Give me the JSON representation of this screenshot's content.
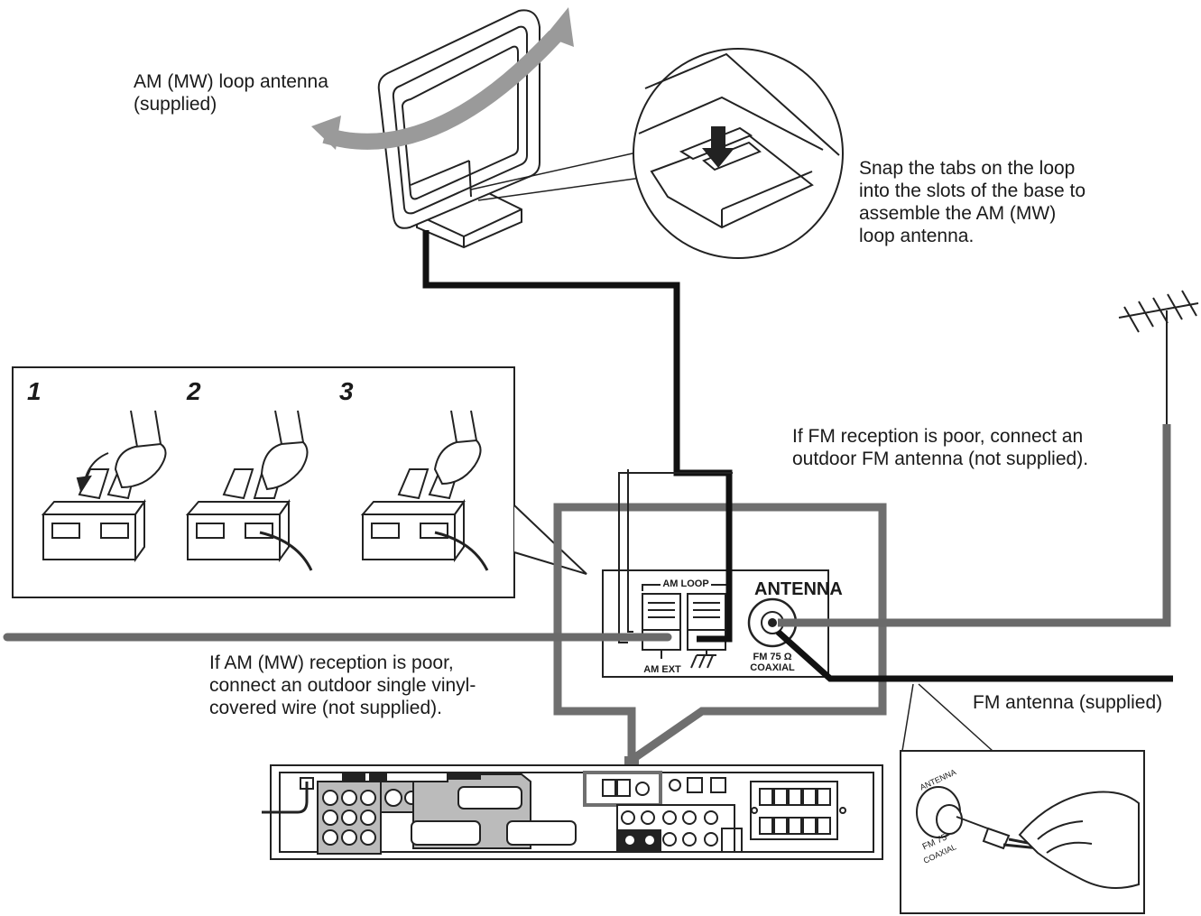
{
  "labels": {
    "am_loop_antenna": "AM (MW) loop antenna\n(supplied)",
    "snap_instructions": "Snap the tabs on the loop\ninto the slots of the base to\nassemble the AM (MW)\nloop antenna.",
    "fm_outdoor": "If FM reception is poor, connect an\noutdoor FM antenna (not supplied).",
    "am_outdoor": "If AM (MW) reception is poor,\nconnect an outdoor single vinyl-\ncovered wire (not supplied).",
    "fm_supplied": "FM antenna (supplied)"
  },
  "steps": [
    "1",
    "2",
    "3"
  ],
  "panel": {
    "title": "ANTENNA",
    "am_loop": "AM LOOP",
    "am_ext": "AM EXT",
    "fm_label": "FM 75 Ω\nCOAXIAL"
  },
  "callout": {
    "antenna": "ANTENNA",
    "fm": "FM 75",
    "coaxial": "COAXIAL"
  }
}
